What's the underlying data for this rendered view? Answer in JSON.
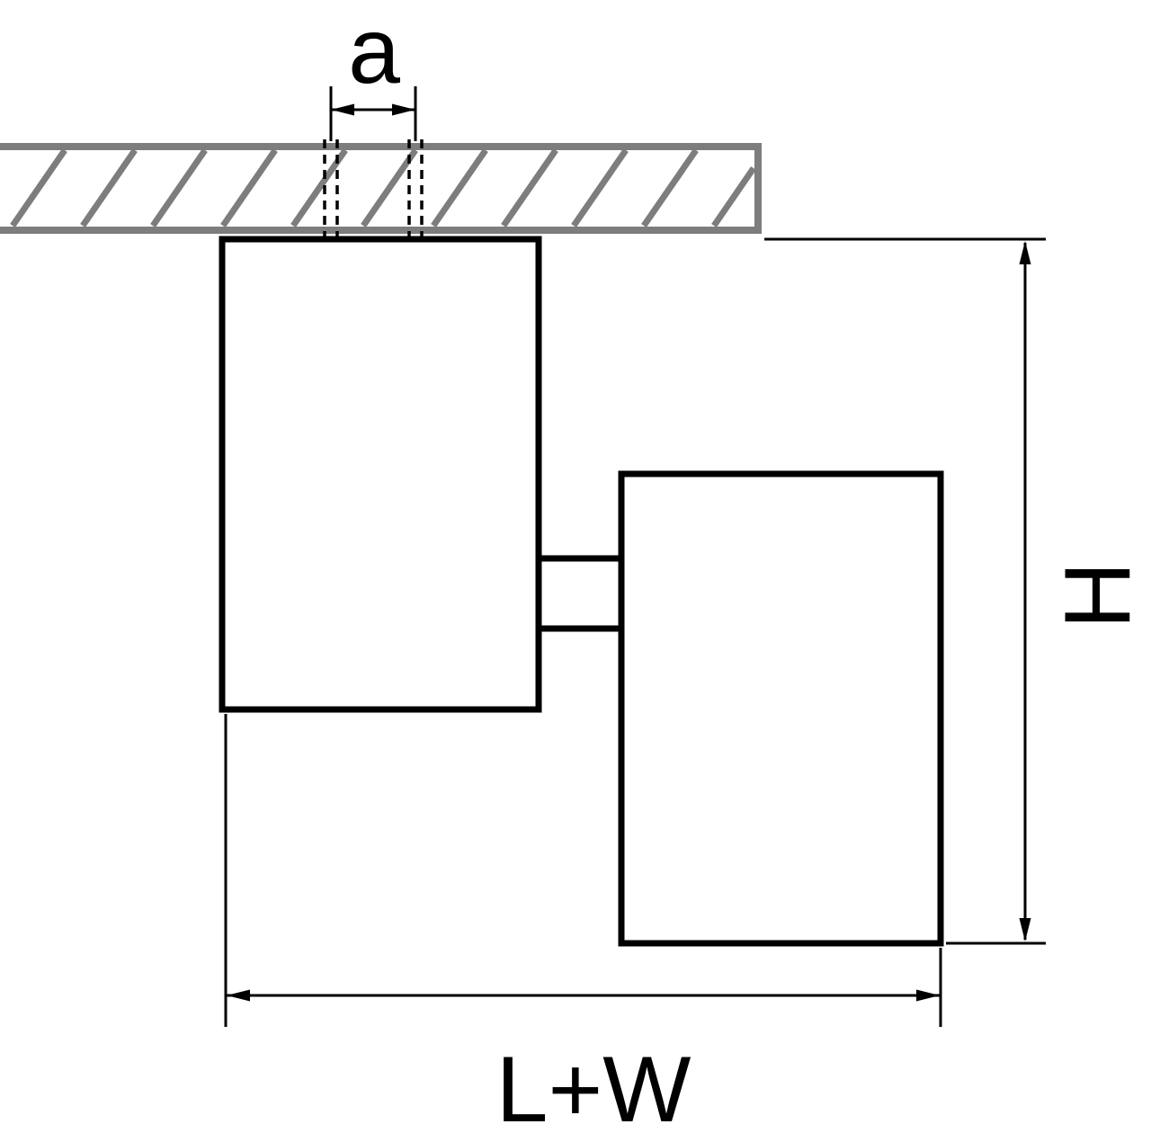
{
  "labels": {
    "hole_pitch": "a",
    "height": "H",
    "length_plus_width": "L+W"
  },
  "colors": {
    "outline": "#000000",
    "ceiling_gray": "#7d7d7d",
    "background": "#ffffff"
  }
}
